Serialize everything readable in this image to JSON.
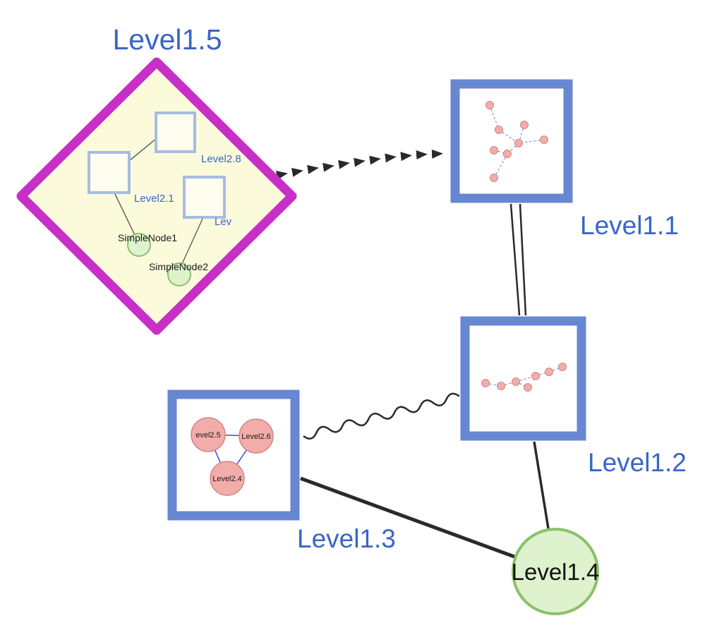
{
  "diagram": {
    "nodes": {
      "level1_5": {
        "label": "Level1.5"
      },
      "level1_1": {
        "label": "Level1.1"
      },
      "level1_2": {
        "label": "Level1.2"
      },
      "level1_3": {
        "label": "Level1.3"
      },
      "level1_4": {
        "label": "Level1.4"
      },
      "level2_8": {
        "label": "Level2.8"
      },
      "level2_1": {
        "label": "Level2.1"
      },
      "level2_trunc": {
        "label": "Lev"
      },
      "simple_node1": {
        "label": "SimpleNode1"
      },
      "simple_node2": {
        "label": "SimpleNode2"
      },
      "level2_5": {
        "label": "evel2.5"
      },
      "level2_6": {
        "label": "Level2.6"
      },
      "level2_4": {
        "label": "Level2.4"
      }
    },
    "edges": [
      {
        "from": "level1_5",
        "to": "level1_1",
        "style": "bold-dashed-arrow"
      },
      {
        "from": "level1_1",
        "to": "level1_2",
        "style": "double-line"
      },
      {
        "from": "level1_3",
        "to": "level1_2",
        "style": "wavy"
      },
      {
        "from": "level1_3",
        "to": "level1_4",
        "style": "solid"
      },
      {
        "from": "level1_2",
        "to": "level1_4",
        "style": "solid"
      },
      {
        "from": "level2_1",
        "to": "level2_8",
        "style": "solid"
      },
      {
        "from": "level2_1",
        "to": "simple_node1",
        "style": "solid"
      },
      {
        "from": "level2_trunc",
        "to": "simple_node2",
        "style": "solid"
      },
      {
        "from": "level2_5",
        "to": "level2_6",
        "style": "solid"
      },
      {
        "from": "level2_5",
        "to": "level2_4",
        "style": "solid"
      },
      {
        "from": "level2_6",
        "to": "level2_4",
        "style": "solid"
      }
    ],
    "colors": {
      "label_blue": "#3a65c8",
      "diamond_border": "#c72fc7",
      "diamond_fill": "#fbfbdc",
      "box_border": "#6787d2",
      "box_fill": "#ffffff",
      "inner_square_border": "#a8bce2",
      "inner_square_fill": "#fdfdf0",
      "green_fill": "#ddf2cd",
      "green_border": "#8cc06a",
      "pink_fill": "#f2adab",
      "pink_border": "#cf8584",
      "edge_black": "#2a2a2a",
      "mini_edge_blue": "#7070d0",
      "triangle_edge_blue": "#4747c8",
      "gray_edge": "#666666",
      "node_text": "#1a1a1a"
    }
  }
}
